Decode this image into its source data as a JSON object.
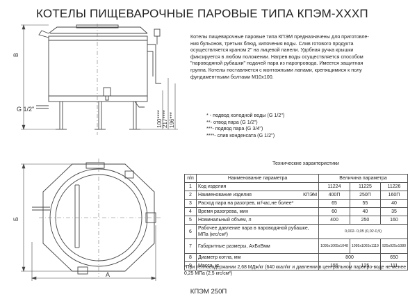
{
  "title": "КОТЕЛЫ ПИЩЕВАРОЧНЫЕ ПАРОВЫЕ ТИПА КПЭМ-ХХХП",
  "description": [
    "Котелы пищеварочные паровые типа КПЭМ предназначены для приготовле-",
    "ния бульонов, третьих блюд, кипячения воды. Слив готового продукта",
    "осуществляется краном 2\" на  лицевой панели. Удобная ручка крышки",
    "фиксируется в любом положении. Нагрев воды осуществляется способом",
    "\"пароводяной рубашки\" подачей пара из паропровода. Имеется защитная",
    "группа. Котелы поставляется с монтажными лапами, крепящимися к полу",
    "фундаментными болтами М10х100."
  ],
  "notes": [
    "* - подвод холодной воды (G 1/2\")",
    "**- отвод пара (G 1/2\")",
    "***- подвод пара (G 3/4\")",
    "****- слив конденсата (G 1/2\")"
  ],
  "drawing_labels": {
    "dim_b": "В",
    "dim_g": "G 1/2\"",
    "dim_100": "100****",
    "dim_217": "217****",
    "dim_196": "196***",
    "dim_bb": "Б",
    "dim_a": "А"
  },
  "spec": {
    "title": "Технические характеристики",
    "header": {
      "num": "п/п",
      "name": "Наименование параметра",
      "value": "Величина параметра"
    },
    "rows": [
      {
        "num": "1",
        "name": "Код изделия",
        "unit": "",
        "values": [
          "11224",
          "11225",
          "11226"
        ],
        "span": ""
      },
      {
        "num": "2",
        "name": "Наименование изделия",
        "unit": "КПЭМ",
        "values": [
          "400П",
          "250П",
          "160П"
        ],
        "span": ""
      },
      {
        "num": "3",
        "name": "Расход пара на разогрев, кг/час,не более*",
        "unit": "",
        "values": [
          "65",
          "55",
          "40"
        ],
        "span": ""
      },
      {
        "num": "4",
        "name": "Время разогрева, мин",
        "unit": "",
        "values": [
          "60",
          "40",
          "35"
        ],
        "span": ""
      },
      {
        "num": "5",
        "name": "Номинальный объем, л",
        "unit": "",
        "values": [
          "400",
          "250",
          "160"
        ],
        "span": ""
      },
      {
        "num": "6",
        "name": "Рабочее давление пара в пароводяной рубашке, МПа (кгс/см²)",
        "unit": "",
        "values": [],
        "span": "0,002- 0,05 (0,02-0,5)"
      },
      {
        "num": "7",
        "name": "Габаритные размеры, АхБхВмм",
        "unit": "",
        "values": [
          "1095х1065х1048",
          "1095х1065х1119",
          "925х925х1080"
        ],
        "span": ""
      },
      {
        "num": "8",
        "name": "Диаметр котла, мм",
        "unit": "",
        "values": [
          "800",
          "650"
        ],
        "span": ""
      },
      {
        "num": "9",
        "name": "Масса, кг",
        "unit": "",
        "values": [
          "155",
          "125",
          "111"
        ],
        "span": ""
      }
    ],
    "footnote": "*При теплосодержании 2,68 МДж/кг (640 ккал/кг и давлении в центральном паропро-воде не менее 0,25 МПа (2,5 кгс/см²)"
  },
  "caption": "КПЭМ 250П"
}
